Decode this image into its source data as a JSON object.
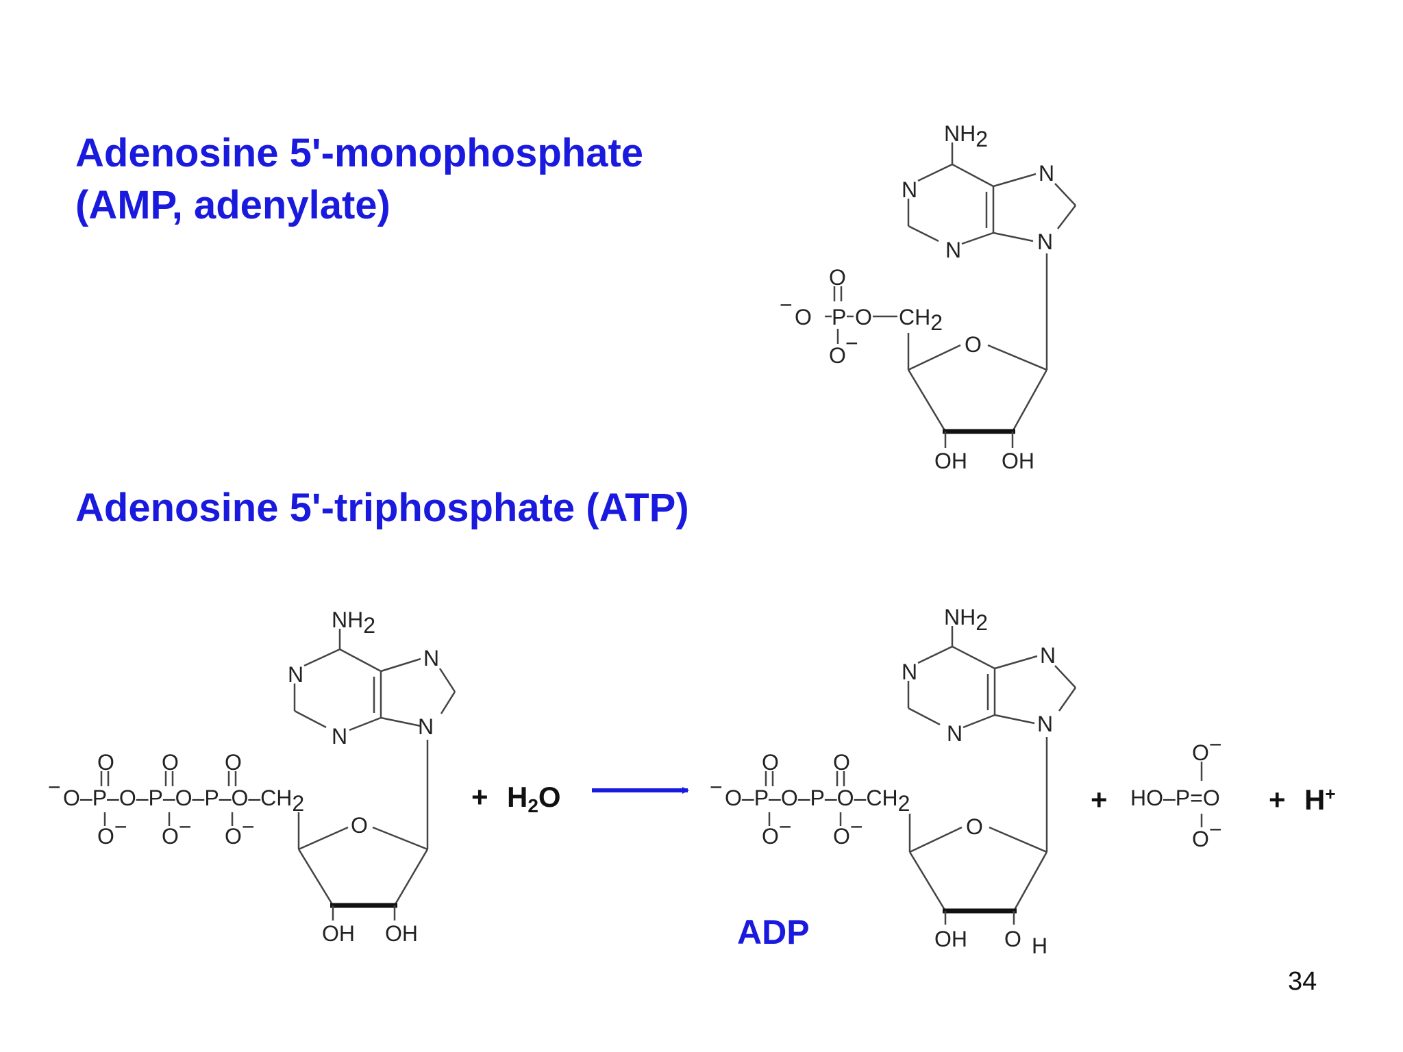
{
  "titles": {
    "amp_line1": "Adenosine 5'-monophosphate",
    "amp_line2": "(AMP, adenylate)",
    "atp": "Adenosine 5'-triphosphate  (ATP)"
  },
  "reaction": {
    "plus_water_plus": "+",
    "water_h": "H",
    "water_sub": "2",
    "water_o": "O",
    "plus_phosphate": "+",
    "plus_proton": "+",
    "proton": "H",
    "proton_sup": "+",
    "adp_label": "ADP"
  },
  "atoms": {
    "nh2": "NH",
    "two": "2",
    "n": "N",
    "o": "O",
    "p": "P",
    "oh": "OH",
    "h": "H",
    "ho": "HO",
    "ch2": "CH",
    "minus": "−"
  },
  "page_number": "34",
  "colors": {
    "title_blue": "#1a1adf",
    "arrow_blue": "#1a1adf",
    "text_black": "#111111"
  }
}
